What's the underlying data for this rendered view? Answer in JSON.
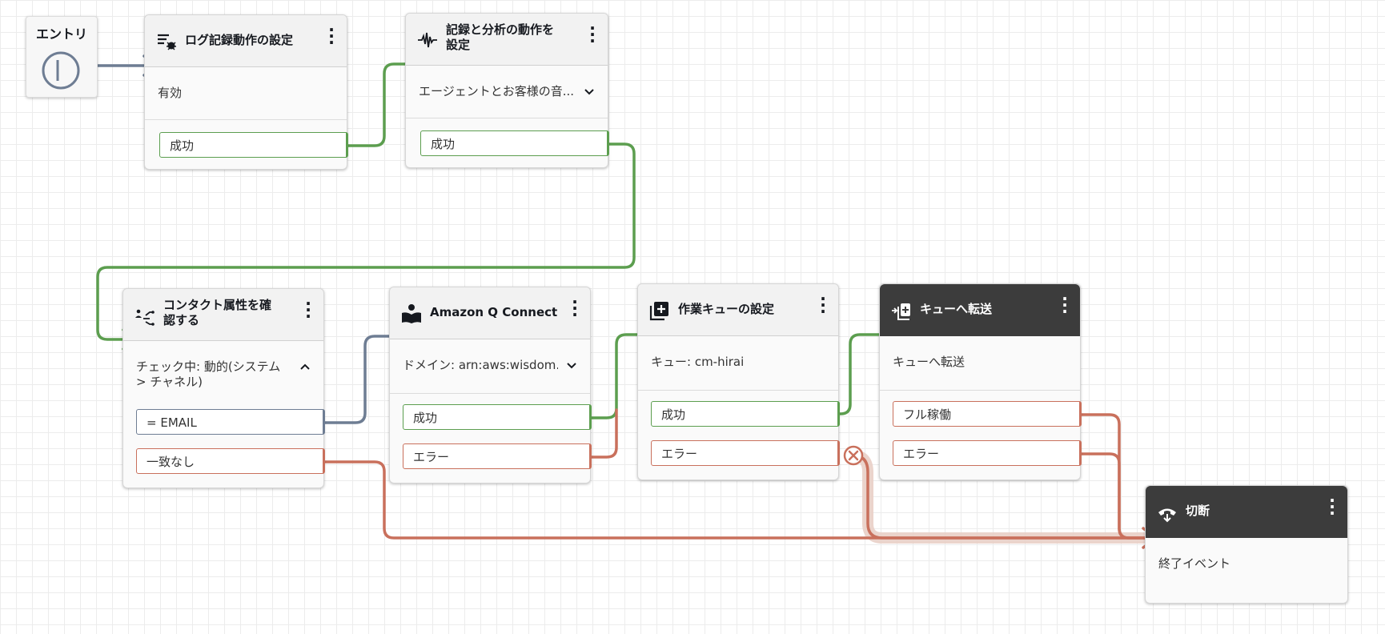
{
  "entry": {
    "label": "エントリ"
  },
  "blocks": {
    "logging": {
      "title": "ログ記録動作の設定",
      "param": "有効",
      "branches": [
        "成功"
      ]
    },
    "recording": {
      "title_line1": "記録と分析の動作を",
      "title_line2": "設定",
      "param": "エージェントとお客様の音...",
      "branches": [
        "成功"
      ]
    },
    "check_attr": {
      "title_line1": "コンタクト属性を確",
      "title_line2": "認する",
      "param_line1": "チェック中: 動的(システム",
      "param_line2": "> チャネル)",
      "branches": [
        "= EMAIL",
        "一致なし"
      ]
    },
    "q_connect": {
      "title": "Amazon Q Connect",
      "param": "ドメイン: arn:aws:wisdom...",
      "branches": [
        "成功",
        "エラー"
      ]
    },
    "set_queue": {
      "title": "作業キューの設定",
      "param": "キュー: cm-hirai",
      "branches": [
        "成功",
        "エラー"
      ]
    },
    "transfer": {
      "title": "キューへ転送",
      "param": "キューへ転送",
      "branches": [
        "フル稼働",
        "エラー"
      ]
    },
    "disconnect": {
      "title": "切断",
      "param": "終了イベント"
    }
  },
  "colors": {
    "success": "#5c9e4f",
    "error": "#c9705c",
    "neutral": "#6e7d93",
    "dark_header": "#3c3c3c",
    "canvas_grid": "#ececec"
  },
  "icons": {
    "logging": "logging-icon",
    "recording": "waveform-icon",
    "check_attr": "branch-icon",
    "q_connect": "reader-icon",
    "set_queue": "add-queue-icon",
    "transfer": "transfer-queue-icon",
    "disconnect": "hangup-icon",
    "error_marker": "error-x-icon"
  }
}
